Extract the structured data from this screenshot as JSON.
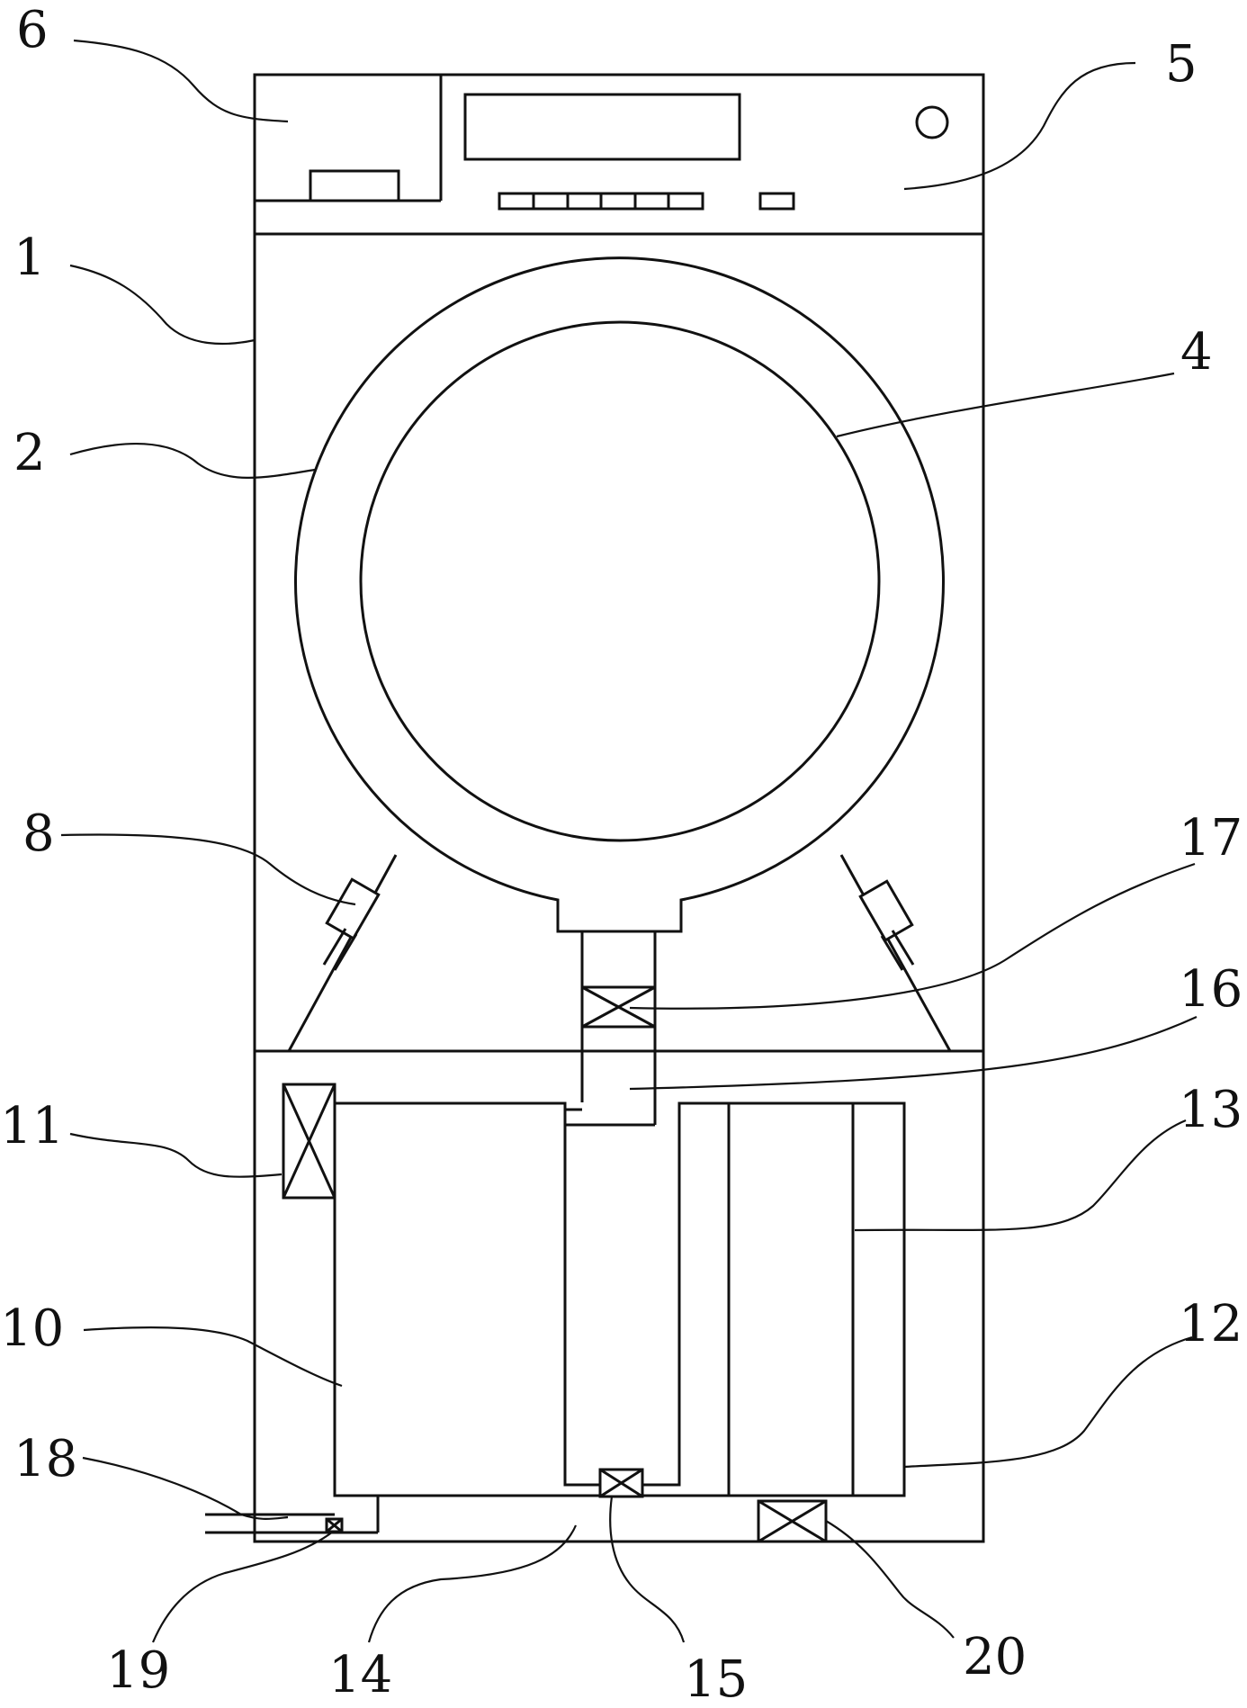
{
  "colors": {
    "line": "#111111",
    "background": "#ffffff"
  },
  "labels": {
    "l1": "1",
    "l2": "2",
    "l4": "4",
    "l5": "5",
    "l6": "6",
    "l8": "8",
    "l10": "10",
    "l11": "11",
    "l12": "12",
    "l13": "13",
    "l14": "14",
    "l15": "15",
    "l16": "16",
    "l17": "17",
    "l18": "18",
    "l19": "19",
    "l20": "20"
  }
}
